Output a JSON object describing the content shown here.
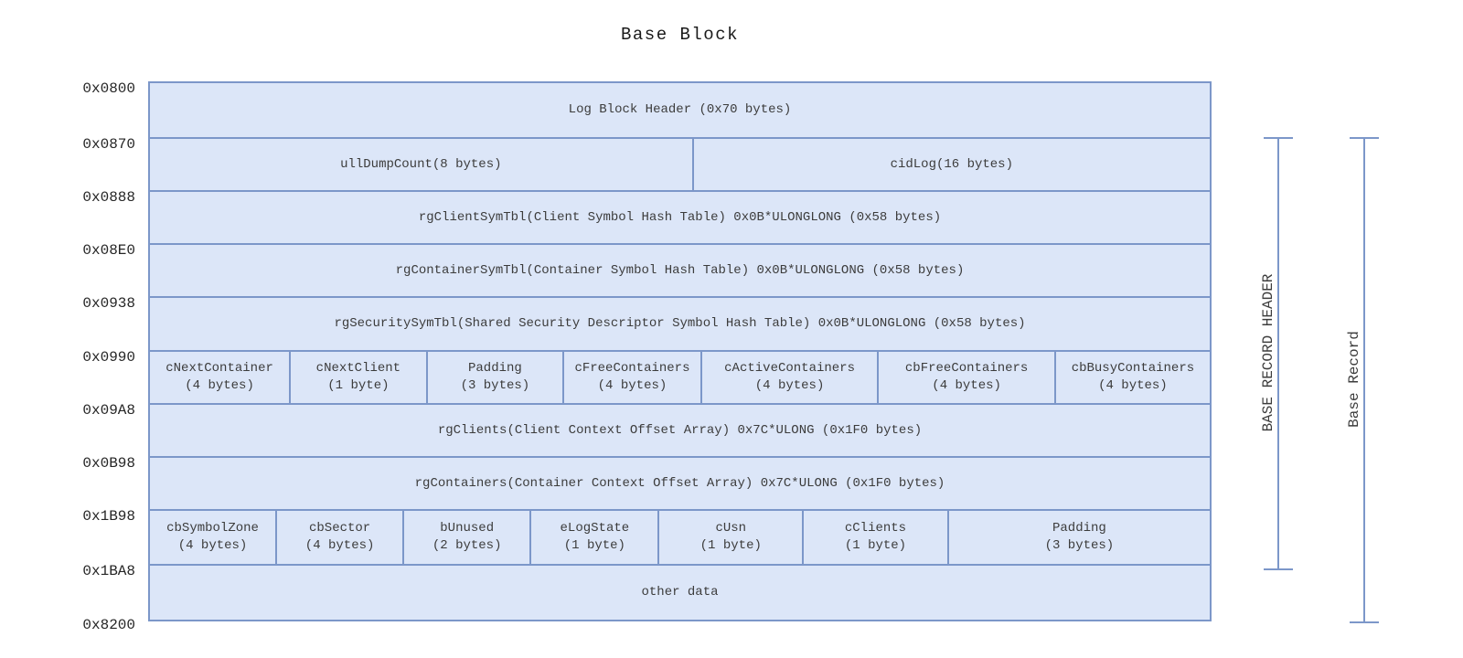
{
  "title": "Base Block",
  "colors": {
    "cell_fill": "#dce6f8",
    "line_blue": "#7c97c9",
    "text": "#3c3c3c"
  },
  "addresses": [
    "0x0800",
    "0x0870",
    "0x0888",
    "0x08E0",
    "0x0938",
    "0x0990",
    "0x09A8",
    "0x0B98",
    "0x1B98",
    "0x1BA8",
    "0x8200"
  ],
  "table": {
    "rows": [
      {
        "height": 61,
        "cells": [
          {
            "width": 100,
            "lines": [
              "Log Block Header (0x70 bytes)"
            ]
          }
        ]
      },
      {
        "height": 58,
        "cells": [
          {
            "width": 51.3,
            "lines": [
              "ullDumpCount(8 bytes)"
            ]
          },
          {
            "width": 48.7,
            "lines": [
              "cidLog(16 bytes)"
            ]
          }
        ]
      },
      {
        "height": 58,
        "cells": [
          {
            "width": 100,
            "lines": [
              "rgClientSymTbl(Client Symbol Hash Table) 0x0B*ULONGLONG (0x58 bytes)"
            ]
          }
        ]
      },
      {
        "height": 58,
        "cells": [
          {
            "width": 100,
            "lines": [
              "rgContainerSymTbl(Container Symbol Hash Table) 0x0B*ULONGLONG (0x58 bytes)"
            ]
          }
        ]
      },
      {
        "height": 59,
        "cells": [
          {
            "width": 100,
            "lines": [
              "rgSecuritySymTbl(Shared Security Descriptor Symbol Hash Table) 0x0B*ULONGLONG (0x58 bytes)"
            ]
          }
        ]
      },
      {
        "height": 58,
        "cells": [
          {
            "width": 13.3,
            "lines": [
              "cNextContainer",
              "(4 bytes)"
            ]
          },
          {
            "width": 12.9,
            "lines": [
              "cNextClient",
              "(1 byte)"
            ]
          },
          {
            "width": 12.9,
            "lines": [
              "Padding",
              "(3 bytes)"
            ]
          },
          {
            "width": 13.0,
            "lines": [
              "cFreeContainers",
              "(4 bytes)"
            ]
          },
          {
            "width": 16.7,
            "lines": [
              "cActiveContainers",
              "(4 bytes)"
            ]
          },
          {
            "width": 16.7,
            "lines": [
              "cbFreeContainers",
              "(4 bytes)"
            ]
          },
          {
            "width": 14.5,
            "lines": [
              "cbBusyContainers",
              "(4 bytes)"
            ]
          }
        ]
      },
      {
        "height": 58,
        "cells": [
          {
            "width": 100,
            "lines": [
              "rgClients(Client Context Offset Array) 0x7C*ULONG (0x1F0 bytes)"
            ]
          }
        ]
      },
      {
        "height": 58,
        "cells": [
          {
            "width": 100,
            "lines": [
              "rgContainers(Container Context Offset Array) 0x7C*ULONG (0x1F0 bytes)"
            ]
          }
        ]
      },
      {
        "height": 60,
        "cells": [
          {
            "width": 12.0,
            "lines": [
              "cbSymbolZone",
              "(4 bytes)"
            ]
          },
          {
            "width": 12.0,
            "lines": [
              "cbSector",
              "(4 bytes)"
            ]
          },
          {
            "width": 12.0,
            "lines": [
              "bUnused",
              "(2 bytes)"
            ]
          },
          {
            "width": 12.1,
            "lines": [
              "eLogState",
              "(1 byte)"
            ]
          },
          {
            "width": 13.6,
            "lines": [
              "cUsn",
              "(1 byte)"
            ]
          },
          {
            "width": 13.7,
            "lines": [
              "cClients",
              "(1 byte)"
            ]
          },
          {
            "width": 24.6,
            "lines": [
              "Padding",
              "(3 bytes)"
            ]
          }
        ]
      },
      {
        "height": 59,
        "cells": [
          {
            "width": 100,
            "lines": [
              "other data"
            ]
          }
        ]
      }
    ]
  },
  "side_brackets": [
    {
      "label": "BASE RECORD HEADER"
    },
    {
      "label": "Base Record"
    }
  ]
}
